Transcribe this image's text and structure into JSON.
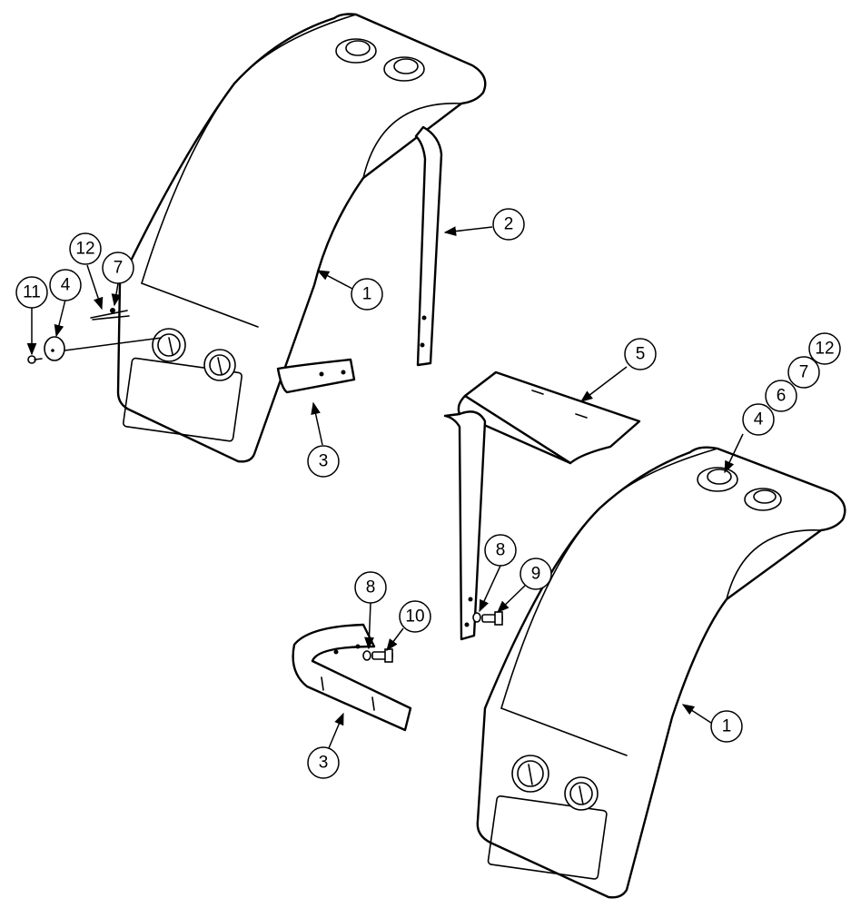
{
  "callouts": [
    {
      "id": "c-1-top",
      "label": "1"
    },
    {
      "id": "c-2",
      "label": "2"
    },
    {
      "id": "c-3-top",
      "label": "3"
    },
    {
      "id": "c-4-left",
      "label": "4"
    },
    {
      "id": "c-7-left",
      "label": "7"
    },
    {
      "id": "c-11",
      "label": "11"
    },
    {
      "id": "c-12-left",
      "label": "12"
    },
    {
      "id": "c-5",
      "label": "5"
    },
    {
      "id": "c-12-right",
      "label": "12"
    },
    {
      "id": "c-7-right",
      "label": "7"
    },
    {
      "id": "c-6",
      "label": "6"
    },
    {
      "id": "c-4-right",
      "label": "4"
    },
    {
      "id": "c-8-right",
      "label": "8"
    },
    {
      "id": "c-9",
      "label": "9"
    },
    {
      "id": "c-8-left",
      "label": "8"
    },
    {
      "id": "c-10",
      "label": "10"
    },
    {
      "id": "c-3-bottom",
      "label": "3"
    },
    {
      "id": "c-1-bottom",
      "label": "1"
    }
  ]
}
